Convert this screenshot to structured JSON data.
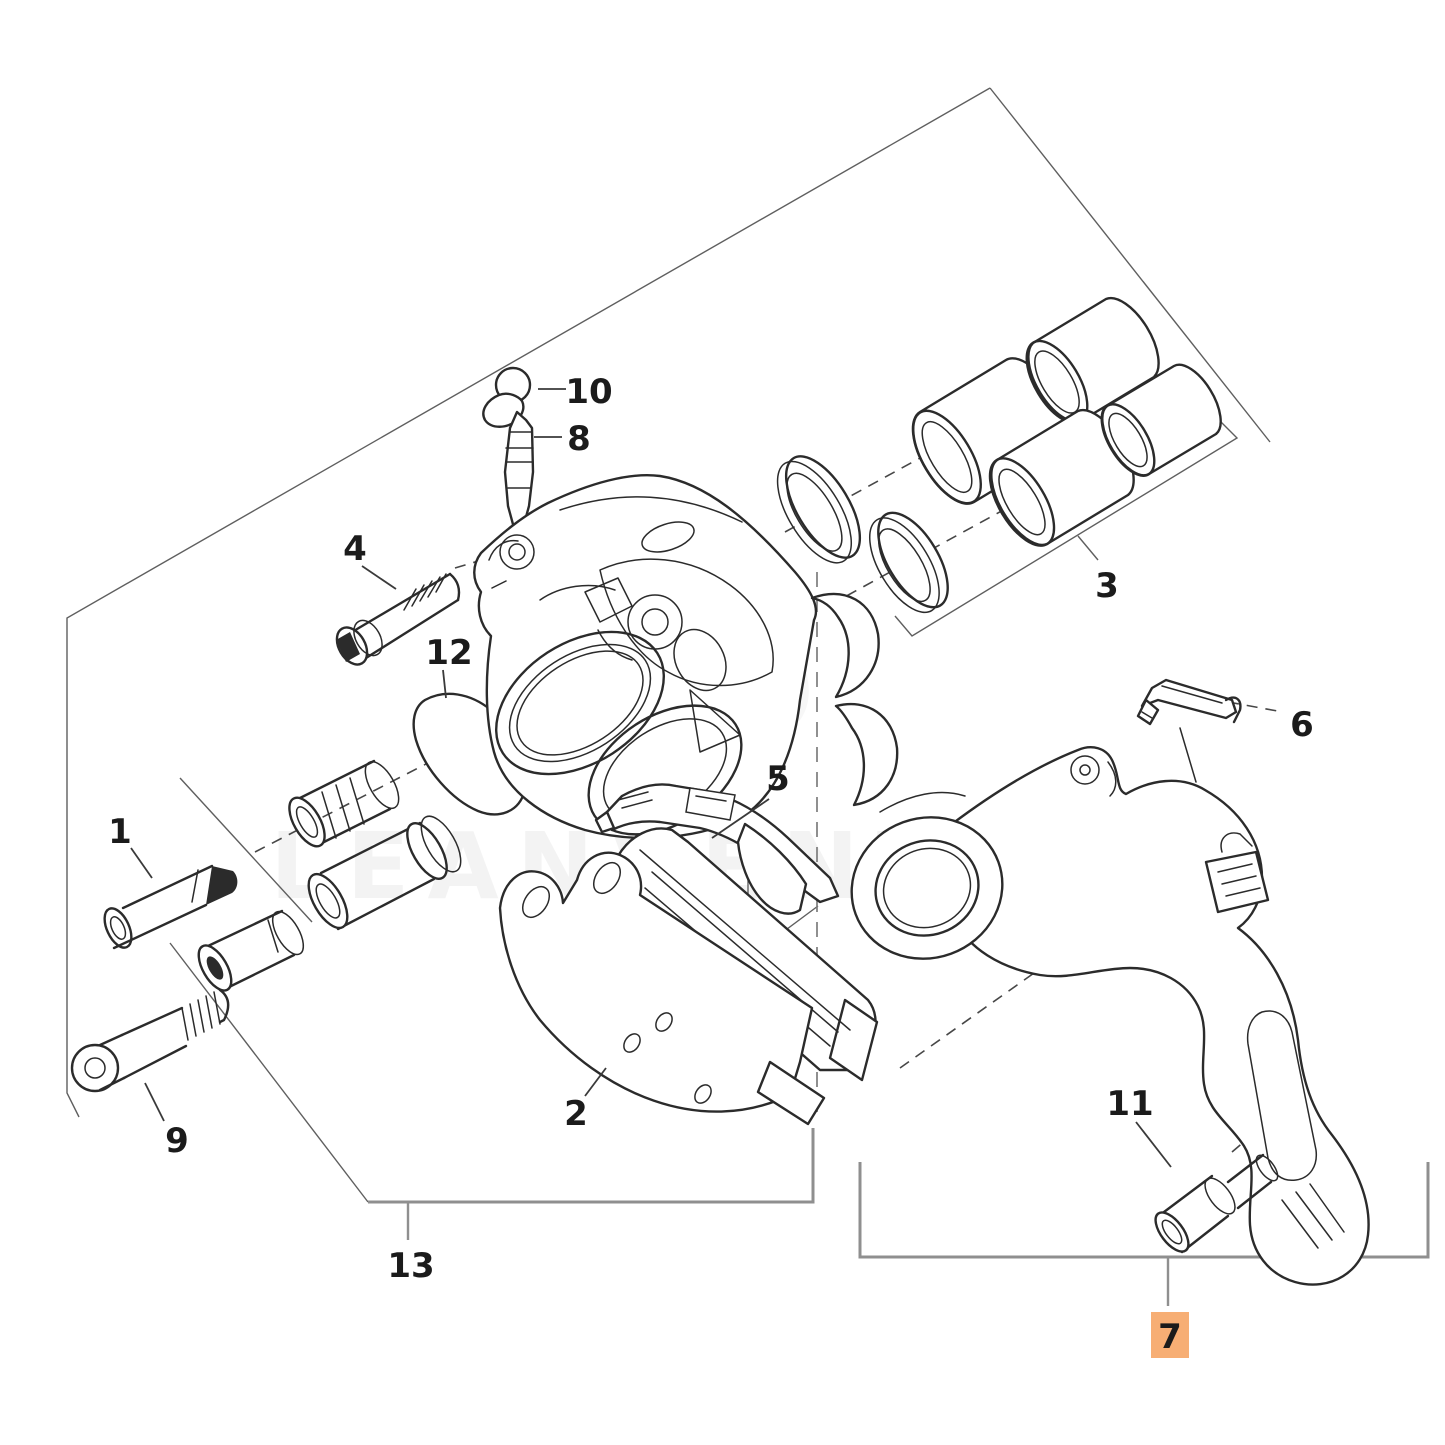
{
  "diagram": {
    "kind": "exploded-parts-diagram",
    "subject": "brake-caliper-assembly"
  },
  "colors": {
    "background": "#ffffff",
    "line": "#2b2b2b",
    "scaffold": "#5f5f5f",
    "bracket_gray": "#8f8f8f",
    "highlight_bg": "#f7ae74",
    "highlight_text": "#7a3b17"
  },
  "watermark": {
    "text": "LEANVENTURE"
  },
  "callouts": [
    {
      "label": "1",
      "highlighted": false
    },
    {
      "label": "2",
      "highlighted": false
    },
    {
      "label": "3",
      "highlighted": false
    },
    {
      "label": "4",
      "highlighted": false
    },
    {
      "label": "5",
      "highlighted": false
    },
    {
      "label": "6",
      "highlighted": false
    },
    {
      "label": "7",
      "highlighted": true
    },
    {
      "label": "8",
      "highlighted": false
    },
    {
      "label": "9",
      "highlighted": false
    },
    {
      "label": "10",
      "highlighted": false
    },
    {
      "label": "11",
      "highlighted": false
    },
    {
      "label": "12",
      "highlighted": false
    },
    {
      "label": "13",
      "highlighted": false
    }
  ]
}
